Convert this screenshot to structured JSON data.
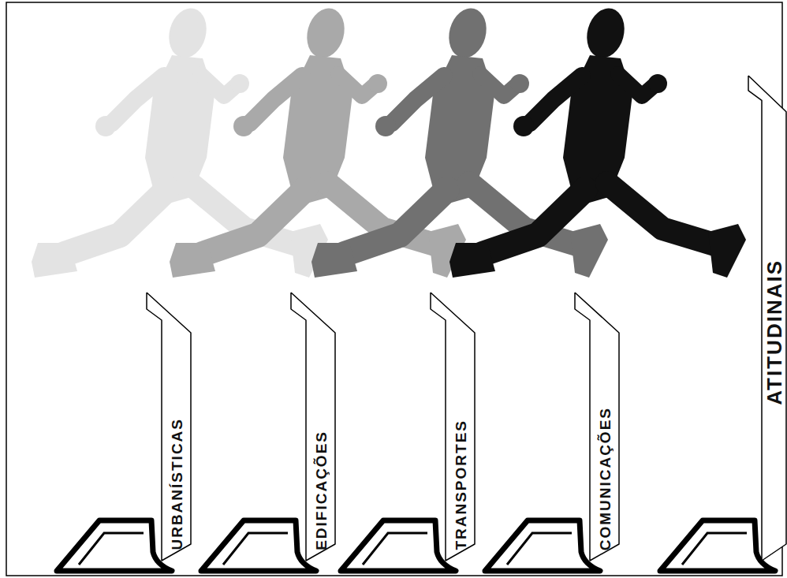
{
  "diagram": {
    "nodes": [
      {
        "text": [
          "URBANÍSTICAS"
        ]
      },
      {
        "text": [
          "EDIFICAÇÕES"
        ]
      },
      {
        "text": [
          "TRANSPORTES"
        ]
      },
      {
        "text": [
          "COMUNICAÇÕES"
        ]
      },
      {
        "text": [
          "ATITUDINAIS"
        ]
      }
    ]
  }
}
